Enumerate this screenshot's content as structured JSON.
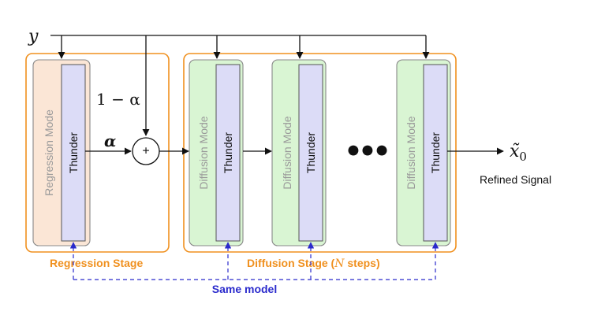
{
  "labels": {
    "input": "y",
    "one_minus_alpha": "1 − α",
    "alpha": "α",
    "plus": "+",
    "output": "x̃",
    "output_subscript": "0",
    "refined_signal": "Refined Signal",
    "regression_stage": "Regression Stage",
    "diffusion_stage_prefix": "Diffusion Stage (",
    "diffusion_stage_n": "N",
    "diffusion_stage_suffix": " steps)",
    "same_model": "Same model",
    "ellipsis": "●●●"
  },
  "modules": [
    {
      "mode": "Regression Mode",
      "block": "Thunder"
    },
    {
      "mode": "Diffusion Mode",
      "block": "Thunder"
    },
    {
      "mode": "Diffusion Mode",
      "block": "Thunder"
    },
    {
      "mode": "Diffusion Mode",
      "block": "Thunder"
    }
  ],
  "colors": {
    "stage_border": "#f0901e",
    "stage_text": "#f0901e",
    "regression_fill": "#fbe6d6",
    "diffusion_fill": "#d9f5d3",
    "thunder_fill": "#dcdcf7",
    "mode_text": "#9a9a9a",
    "same_model": "#2a2acc",
    "line": "#111111"
  }
}
